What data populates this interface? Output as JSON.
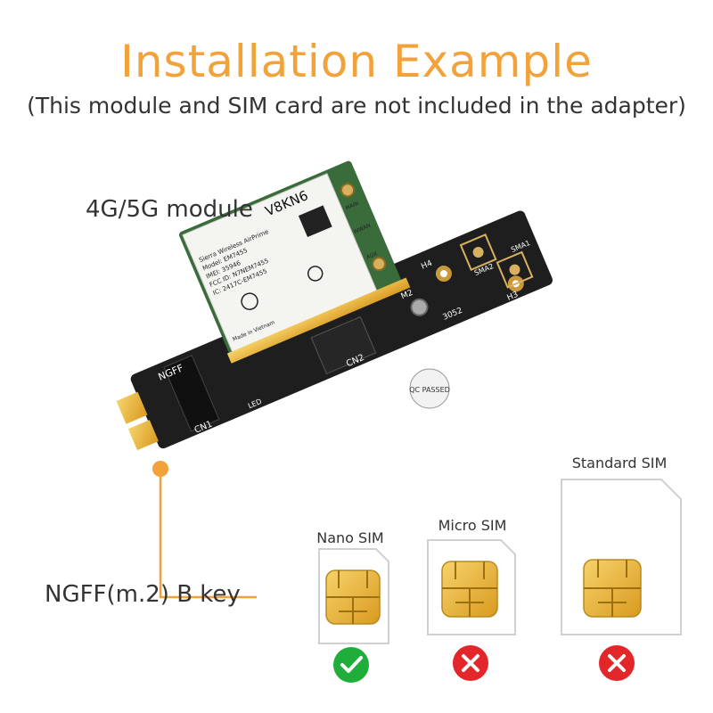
{
  "heading": {
    "title": "Installation Example",
    "subtitle": "(This module and SIM card are not included in the adapter)"
  },
  "callouts": {
    "module": "4G/5G module",
    "key": "NGFF(m.2) B key"
  },
  "board_labels": {
    "ngff": "NGFF",
    "cn1": "CN1",
    "cn2": "CN2",
    "led": "LED",
    "h3": "H3",
    "h4": "H4",
    "m2": "M2",
    "sma1": "SMA1",
    "sma2": "SMA2",
    "slot": "3052",
    "qc": "QC PASSED"
  },
  "module_labels": {
    "code": "V8KN6",
    "main": "MAIN",
    "wwan": "WWAN",
    "aux": "AUX",
    "line1": "Sierra Wireless AirPrime",
    "line2": "Model: EM7455",
    "line3": "IMEI: 35946",
    "line4": "FCC ID: N7NEM7455",
    "line5": "IC: 2417C-EM7455",
    "line6": "Made in Vietnam"
  },
  "sims": [
    {
      "label": "Nano SIM",
      "status": "compatible"
    },
    {
      "label": "Micro SIM",
      "status": "incompatible"
    },
    {
      "label": "Standard SIM",
      "status": "incompatible"
    }
  ],
  "colors": {
    "accent": "#f2a23a",
    "pcb": "#1e1e1e",
    "gold": "#e8b32c",
    "ok": "#1fae3a",
    "no": "#e3262a"
  },
  "icons": {
    "compatible": "check-circle-icon",
    "incompatible": "x-circle-icon"
  }
}
